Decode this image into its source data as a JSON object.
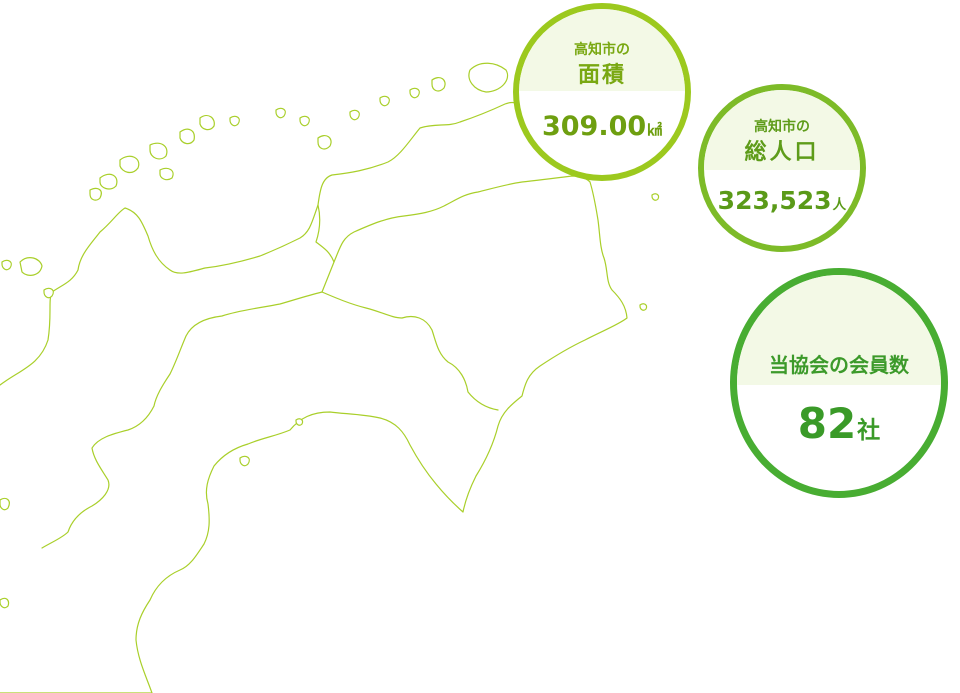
{
  "stats": {
    "area": {
      "label_line1": "高知市の",
      "label_line2": "面積",
      "value": "309.00",
      "unit": "㎢"
    },
    "population": {
      "label_line1": "高知市の",
      "label_line2": "総人口",
      "value": "323,523",
      "unit": "人"
    },
    "members": {
      "label": "当協会の会員数",
      "value": "82",
      "unit": "社"
    }
  },
  "colors": {
    "map_outline": "#a9cf2a",
    "area_ring": "#9cc91e",
    "population_ring": "#7dbb28",
    "members_ring": "#48ad32",
    "label_background": "#f3f9e6"
  }
}
